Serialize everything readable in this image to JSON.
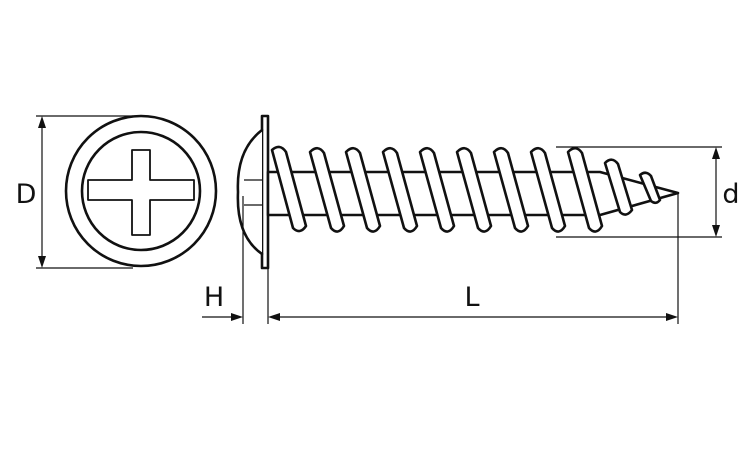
{
  "labels": {
    "D": "D",
    "H": "H",
    "L": "L",
    "d": "d"
  },
  "colors": {
    "line": "#111111",
    "background": "#ffffff"
  }
}
